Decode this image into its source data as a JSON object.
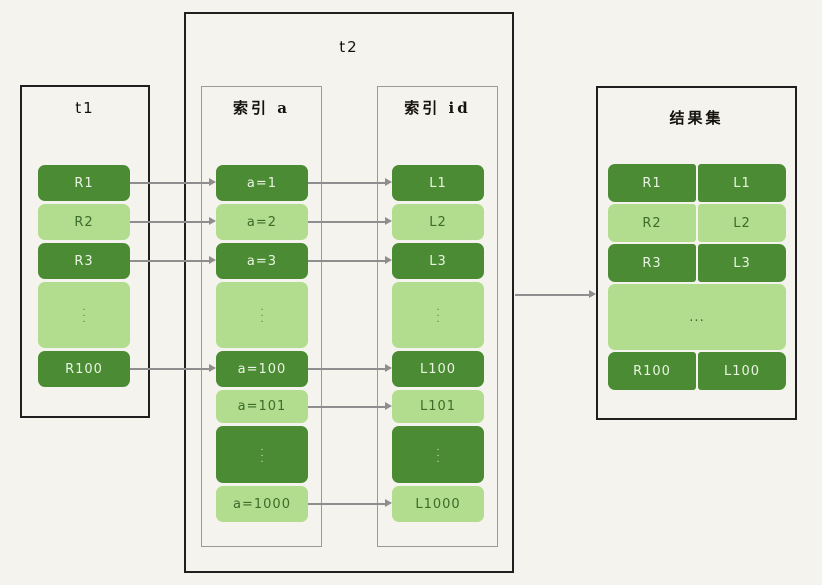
{
  "diagram": {
    "title": "MySQL join / NLJ index lookup diagram",
    "background_color": "#f4f3ee",
    "dark_green": "#4a8b33",
    "light_green": "#b2dd8e"
  },
  "panels": {
    "t1": {
      "label": "t1",
      "rows": [
        {
          "text": "R1",
          "shade": "dark"
        },
        {
          "text": "R2",
          "shade": "light"
        },
        {
          "text": "R3",
          "shade": "dark"
        },
        {
          "text": "",
          "shade": "light",
          "ellipsis": true
        },
        {
          "text": "R100",
          "shade": "dark"
        }
      ]
    },
    "t2": {
      "label": "t2",
      "index_a": {
        "label": "索引 a",
        "rows": [
          {
            "text": "a=1",
            "shade": "dark"
          },
          {
            "text": "a=2",
            "shade": "light"
          },
          {
            "text": "a=3",
            "shade": "dark"
          },
          {
            "text": "",
            "shade": "light",
            "ellipsis": true
          },
          {
            "text": "a=100",
            "shade": "dark"
          },
          {
            "text": "a=101",
            "shade": "light"
          },
          {
            "text": "",
            "shade": "dark",
            "ellipsis": true
          },
          {
            "text": "a=1000",
            "shade": "light"
          }
        ]
      },
      "index_id": {
        "label": "索引 id",
        "rows": [
          {
            "text": "L1",
            "shade": "dark"
          },
          {
            "text": "L2",
            "shade": "light"
          },
          {
            "text": "L3",
            "shade": "dark"
          },
          {
            "text": "",
            "shade": "light",
            "ellipsis": true
          },
          {
            "text": "L100",
            "shade": "dark"
          },
          {
            "text": "L101",
            "shade": "light"
          },
          {
            "text": "",
            "shade": "dark",
            "ellipsis": true
          },
          {
            "text": "L1000",
            "shade": "light"
          }
        ]
      }
    },
    "result": {
      "label": "结果集",
      "rows": [
        {
          "left": "R1",
          "right": "L1",
          "shade": "dark"
        },
        {
          "left": "R2",
          "right": "L2",
          "shade": "light"
        },
        {
          "left": "R3",
          "right": "L3",
          "shade": "dark"
        },
        {
          "left": "",
          "right": "",
          "shade": "light",
          "ellipsis": true
        },
        {
          "left": "R100",
          "right": "L100",
          "shade": "dark"
        }
      ]
    }
  },
  "connectors": {
    "t1_to_index_a": [
      {
        "from_row": "R1",
        "to_row": "a=1"
      },
      {
        "from_row": "R2",
        "to_row": "a=2"
      },
      {
        "from_row": "R3",
        "to_row": "a=3"
      },
      {
        "from_row": "R100",
        "to_row": "a=100"
      }
    ],
    "index_a_to_index_id": [
      {
        "from_row": "a=1",
        "to_row": "L1"
      },
      {
        "from_row": "a=2",
        "to_row": "L2"
      },
      {
        "from_row": "a=3",
        "to_row": "L3"
      },
      {
        "from_row": "a=100",
        "to_row": "L100"
      },
      {
        "from_row": "a=101",
        "to_row": "L101"
      },
      {
        "from_row": "a=1000",
        "to_row": "L1000"
      }
    ],
    "t2_to_result": [
      {
        "from_row": "t2",
        "to_row": "结果集"
      }
    ]
  }
}
